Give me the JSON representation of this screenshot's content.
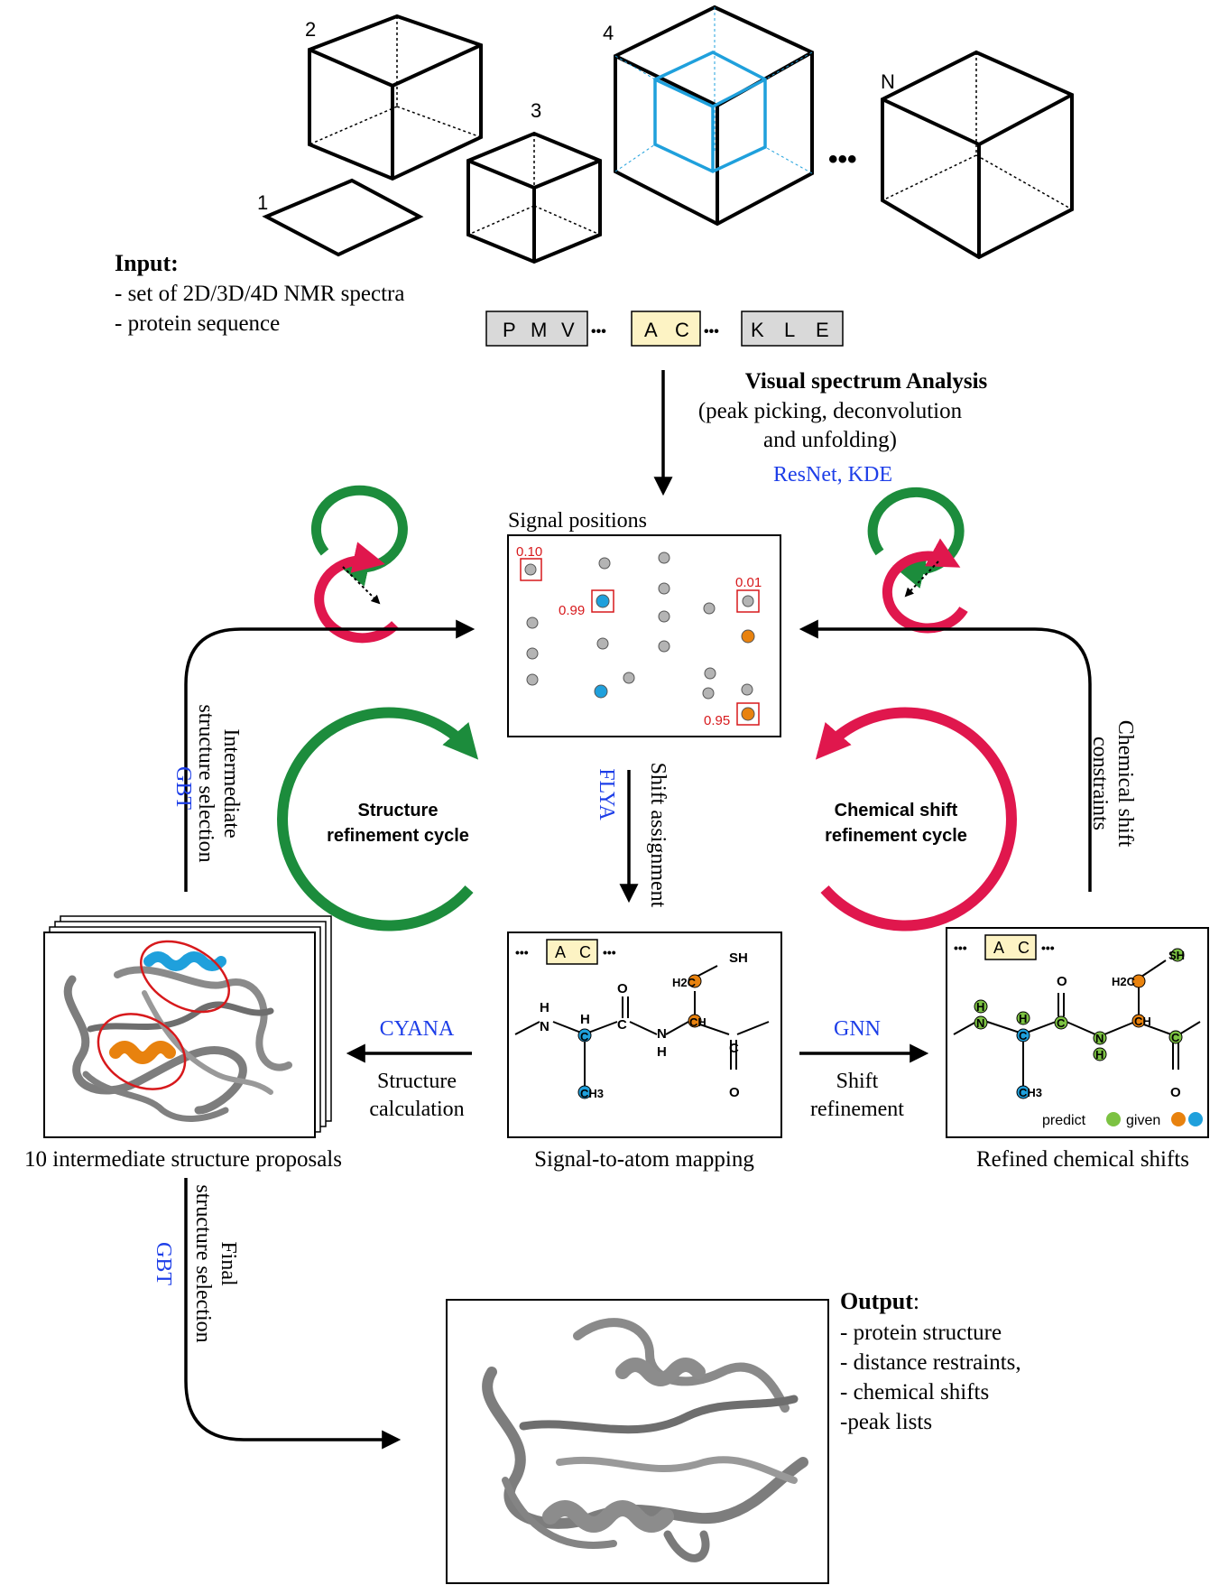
{
  "spectra": {
    "labels": [
      "1",
      "2",
      "3",
      "4",
      "N"
    ],
    "ellipsis": "•••"
  },
  "input": {
    "title": "Input:",
    "items": [
      "- set of 2D/3D/4D NMR spectra",
      "- protein sequence"
    ]
  },
  "sequence": {
    "group1": [
      "P",
      "M",
      "V"
    ],
    "group2": [
      "A",
      "C"
    ],
    "group3": [
      "K",
      "L",
      "E"
    ],
    "separator": "•••"
  },
  "visual_analysis": {
    "title": "Visual spectrum Analysis",
    "line2": "(peak picking, deconvolution",
    "line3": "and unfolding)",
    "methods": "ResNet, KDE"
  },
  "signal_positions": {
    "title": "Signal positions",
    "scores": [
      "0.10",
      "0.99",
      "0.01",
      "0.95"
    ]
  },
  "cycles": {
    "structure": [
      "Structure",
      "refinement cycle"
    ],
    "chemical_shift": [
      "Chemical shift",
      "refinement cycle"
    ]
  },
  "left_path": {
    "method": "GBT",
    "label_lines": [
      "Intermediate",
      "structure selection"
    ]
  },
  "right_path": {
    "label_lines": [
      "Chemical shift",
      "constraints"
    ]
  },
  "shift_assignment": {
    "method": "FLYA",
    "label": "Shift assignment"
  },
  "structure_calc": {
    "method": "CYANA",
    "label_lines": [
      "Structure",
      "calculation"
    ]
  },
  "shift_refinement": {
    "method": "GNN",
    "label_lines": [
      "Shift",
      "refinement"
    ]
  },
  "captions": {
    "proposals": "10 intermediate structure proposals",
    "mapping": "Signal-to-atom mapping",
    "refined": "Refined chemical shifts"
  },
  "molecule": {
    "residues": [
      "A",
      "C"
    ],
    "atoms": {
      "N": "N",
      "H": "H",
      "C": "C",
      "O": "O",
      "CH": "CH",
      "H2C": "H2C",
      "CH3": "CH3",
      "SH": "SH"
    },
    "legend": {
      "predict": "predict",
      "given": "given"
    }
  },
  "final_path": {
    "method": "GBT",
    "label_lines": [
      "Final",
      "structure selection"
    ]
  },
  "output": {
    "title": "Output",
    "colon": ":",
    "items": [
      "- protein structure",
      "- distance restraints,",
      "- chemical shifts",
      "-peak lists"
    ]
  },
  "colors": {
    "green": "#1c8c3c",
    "red": "#e0174d",
    "blue_accent": "#1fa0dc",
    "orange_accent": "#e8820e",
    "method_blue": "#1d3ee8",
    "score_red": "#d7191c",
    "residue_box": "#fdf3c4",
    "sequence_box": "#d9d9d9",
    "predict_green": "#7cc242",
    "peak_grey": "#b4b4b4"
  }
}
